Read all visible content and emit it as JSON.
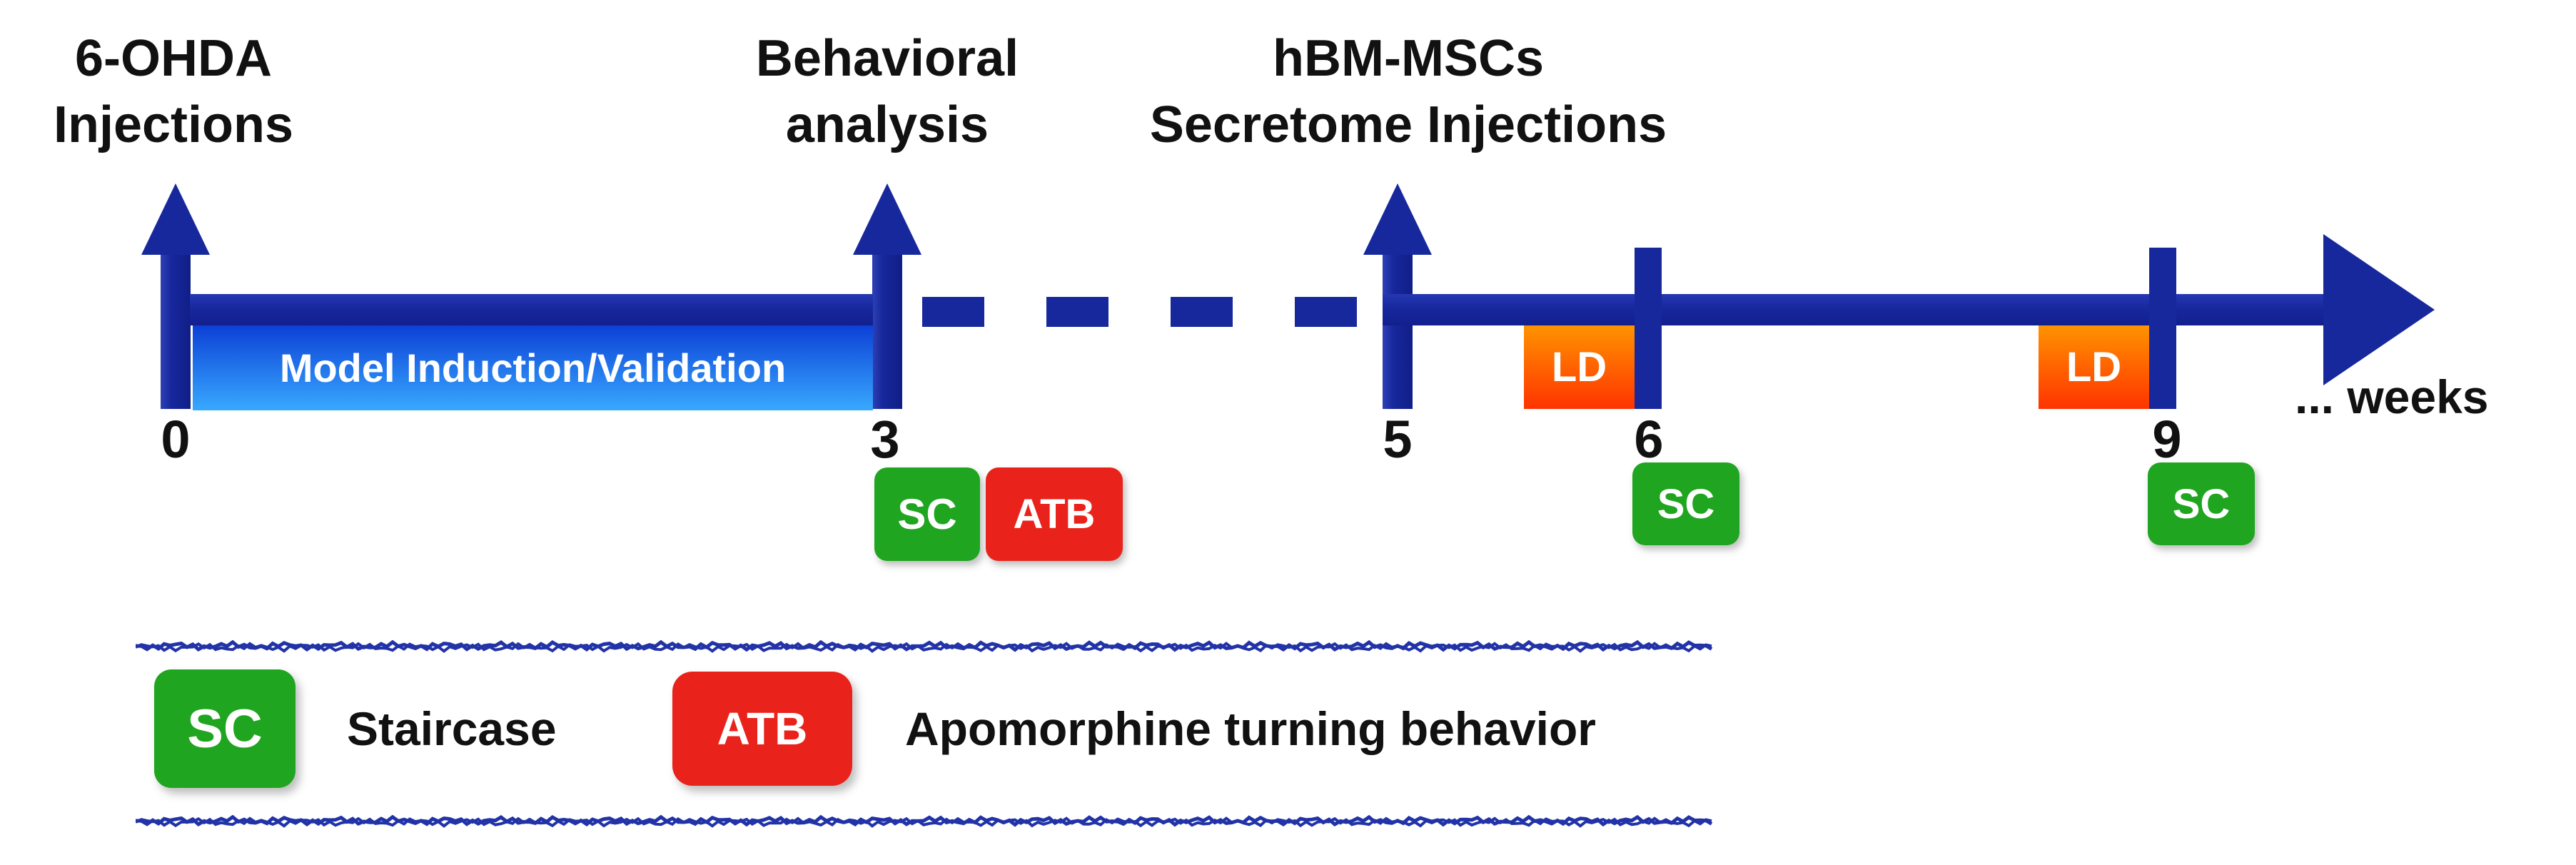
{
  "titles": {
    "ohda": {
      "line1": "6-OHDA",
      "line2": "Injections"
    },
    "behavioral": {
      "line1": "Behavioral",
      "line2": "analysis"
    },
    "secretome": {
      "line1": "hBM-MSCs",
      "line2": "Secretome Injections"
    }
  },
  "timeline": {
    "induction_label": "Model Induction/Validation",
    "unit_label": "... weeks",
    "ld_label": "LD",
    "badge_sc": "SC",
    "badge_atb": "ATB",
    "week_labels": {
      "w0": "0",
      "w3": "3",
      "w5": "5",
      "w6": "6",
      "w9": "9"
    },
    "events": [
      {
        "week": "0",
        "marker": "arrow",
        "event": "6-OHDA Injections"
      },
      {
        "week": "0-3",
        "span": "Model Induction/Validation"
      },
      {
        "week": "3",
        "marker": "arrow",
        "event": "Behavioral analysis",
        "tests": [
          "SC",
          "ATB"
        ]
      },
      {
        "week": "5",
        "marker": "arrow",
        "event": "hBM-MSCs Secretome Injections"
      },
      {
        "week": "6",
        "marker": "tick",
        "pre_week_box": "LD",
        "tests": [
          "SC"
        ]
      },
      {
        "week": "9",
        "marker": "tick",
        "pre_week_box": "LD",
        "tests": [
          "SC"
        ]
      }
    ]
  },
  "legend": {
    "items": [
      {
        "abbr": "SC",
        "label": "Staircase"
      },
      {
        "abbr": "ATB",
        "label": "Apomorphine turning behavior"
      }
    ]
  },
  "colors": {
    "navy": "#17289D",
    "model_gradient_top": "#0C40D6",
    "model_gradient_bottom": "#38A9FF",
    "ld_gradient_top": "#FF9300",
    "ld_gradient_bottom": "#FF3300",
    "sc_green": "#1FA51F",
    "atb_red": "#E9231B",
    "text": "#111111"
  }
}
